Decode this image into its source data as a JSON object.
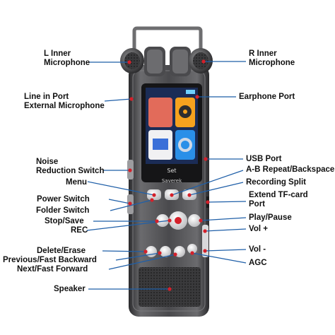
{
  "labels": {
    "l_inner_1": "L Inner",
    "l_inner_2": "Microphone",
    "r_inner_1": "R Inner",
    "r_inner_2": "Microphone",
    "line_in_1": "Line in Port",
    "line_in_2": "External Microphone",
    "earphone": "Earphone Port",
    "noise_1": "Noise",
    "noise_2": "Reduction Switch",
    "menu": "Menu",
    "usb": "USB Port",
    "ab_repeat": "A-B Repeat/Backspace",
    "rec_split": "Recording Split",
    "power": "Power Switch",
    "folder": "Folder Switch",
    "tf_1": "Extend TF-card",
    "tf_2": "Port",
    "stop": "Stop/Save",
    "rec": "REC",
    "play": "Play/Pause",
    "volup": "Vol +",
    "delete": "Delete/Erase",
    "prev": "Previous/Fast Backward",
    "next": "Next/Fast Forward",
    "voldown": "Vol -",
    "agc": "AGC",
    "speaker": "Speaker"
  },
  "screen": {
    "title": "Set",
    "brand": "Saverek"
  },
  "colors": {
    "leader_line": "#1f5fa8",
    "dot": "#d4202a",
    "body_dark": "#3b3b3d",
    "body_mid": "#58585b"
  }
}
